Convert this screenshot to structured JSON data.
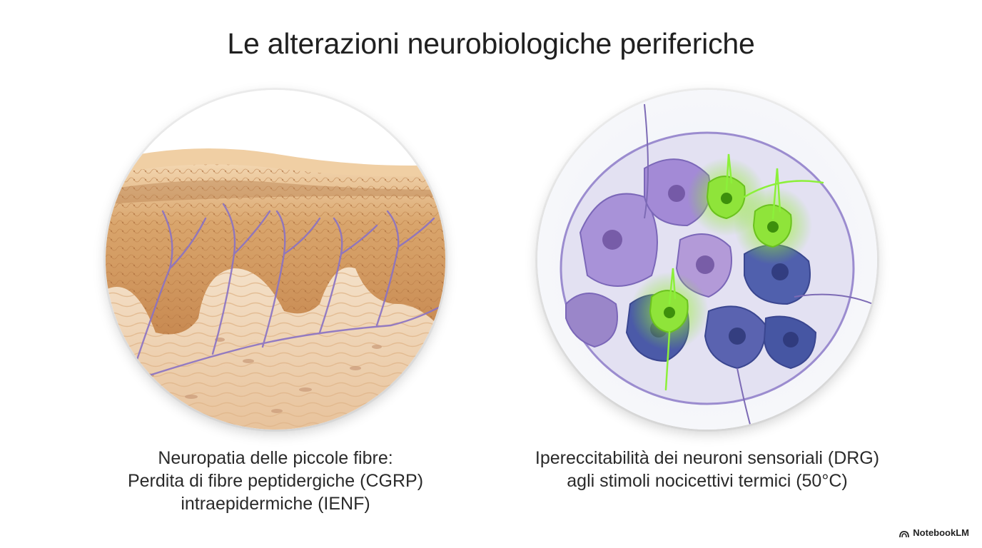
{
  "title": "Le alterazioni neurobiologiche periferiche",
  "panels": [
    {
      "illustration": "skin-cross-section-nerve-fibers",
      "caption_lines": [
        "Neuropatia delle piccole fibre:",
        "Perdita di fibre peptidergiche (CGRP)",
        "intraepidermiche (IENF)"
      ]
    },
    {
      "illustration": "dorsal-root-ganglion-neurons",
      "caption_lines": [
        "Ipereccitabilità dei neuroni sensoriali (DRG)",
        "agli stimoli nocicettivi termici (50°C)"
      ]
    }
  ],
  "brand": {
    "label": "NotebookLM",
    "icon": "notebooklm-logo-icon"
  },
  "colors": {
    "skin_epidermis": "#d9a26a",
    "skin_dermis": "#f1d9bd",
    "nerve_fibers": "#8a72c4",
    "neuron_purple": "#9d83d2",
    "neuron_blue": "#4b5aa8",
    "neuron_active": "#7de02a"
  }
}
